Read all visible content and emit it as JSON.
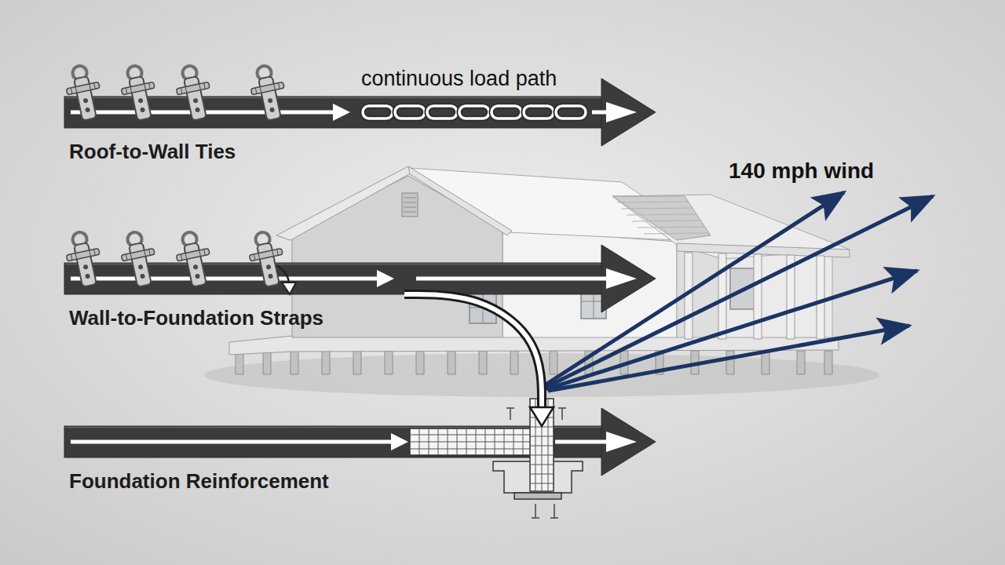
{
  "diagram": {
    "nodes": [
      {
        "text": [
          "Roof-to-Wall Ties"
        ]
      },
      {
        "text": [
          "Wall-to-Foundation Straps"
        ]
      },
      {
        "text": [
          "Foundation Reinforcement"
        ]
      }
    ],
    "edges": [
      {
        "from": 1,
        "to": 2,
        "arrow": "to"
      }
    ],
    "labels": [
      "continuous load path",
      "140 mph wind"
    ]
  }
}
